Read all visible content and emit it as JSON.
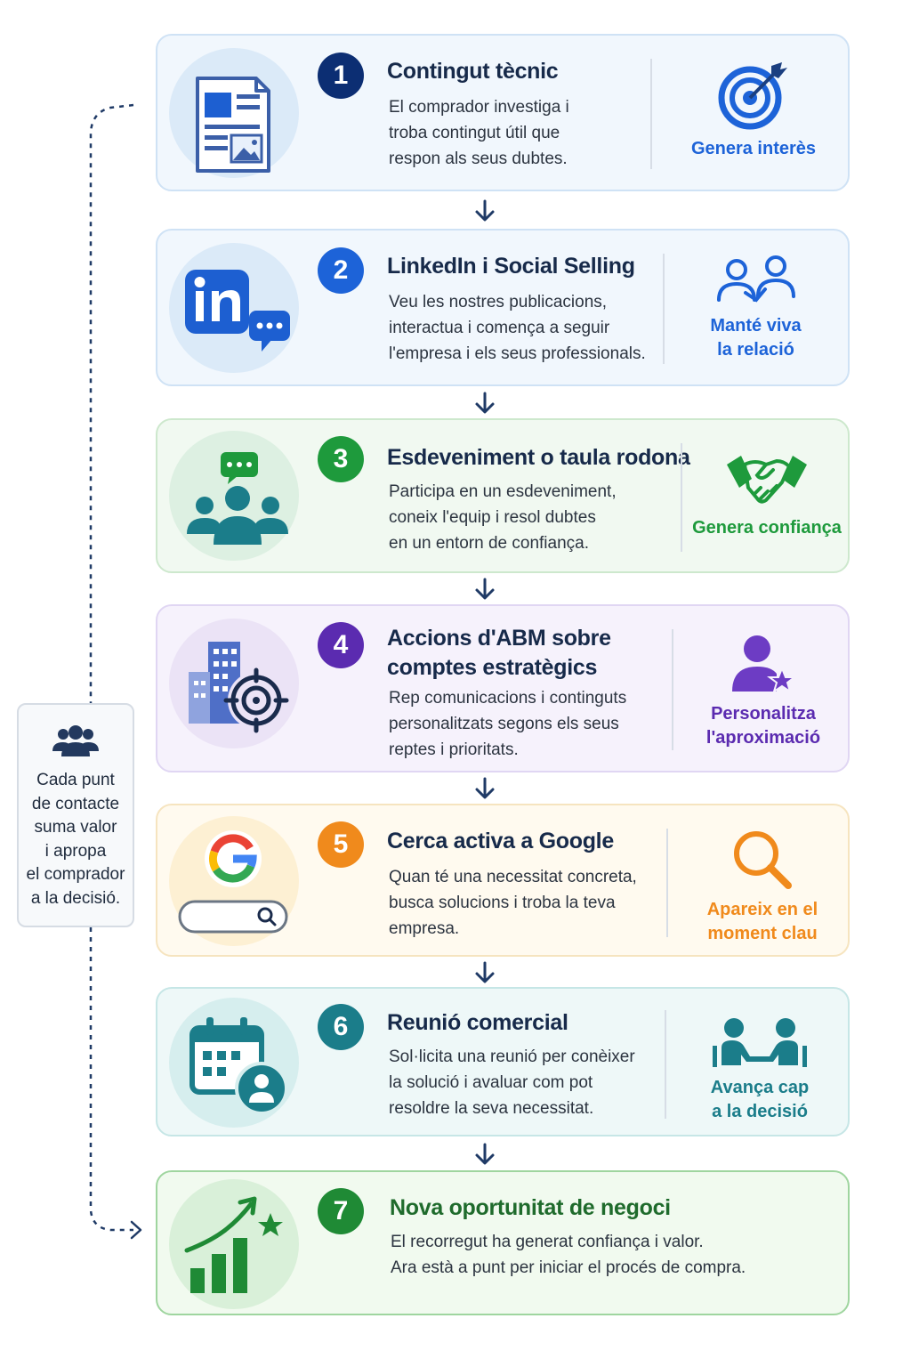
{
  "steps": [
    {
      "number": "1",
      "title": [
        "Contingut tècnic"
      ],
      "description": [
        "El comprador investiga i",
        "troba contingut útil que",
        "respon als seus dubtes."
      ],
      "benefit": [
        "Genera interès"
      ],
      "color": "#0c2e73"
    },
    {
      "number": "2",
      "title": [
        "LinkedIn i Social Selling"
      ],
      "description": [
        "Veu les nostres publicacions,",
        "interactua i comença a seguir",
        "l'empresa i els seus professionals."
      ],
      "benefit": [
        "Manté viva",
        "la relació"
      ],
      "color": "#1d63d8"
    },
    {
      "number": "3",
      "title": [
        "Esdeveniment o taula rodona"
      ],
      "description": [
        "Participa en un esdeveniment,",
        "coneix l'equip i resol dubtes",
        "en un entorn de confiança."
      ],
      "benefit": [
        "Genera confiança"
      ],
      "color": "#1e9a3c"
    },
    {
      "number": "4",
      "title": [
        "Accions d'ABM sobre",
        "comptes estratègics"
      ],
      "description": [
        "Rep comunicacions i continguts",
        "personalitzats segons els seus",
        "reptes i prioritats."
      ],
      "benefit": [
        "Personalitza",
        "l'aproximació"
      ],
      "color": "#5b2bb0"
    },
    {
      "number": "5",
      "title": [
        "Cerca activa a Google"
      ],
      "description": [
        "Quan té una necessitat concreta,",
        "busca solucions i troba la teva",
        "empresa."
      ],
      "benefit": [
        "Apareix en el",
        "moment clau"
      ],
      "color": "#f08a1c"
    },
    {
      "number": "6",
      "title": [
        "Reunió comercial"
      ],
      "description": [
        "Sol·licita una reunió per conèixer",
        "la solució i avaluar com pot",
        "resoldre la seva necessitat."
      ],
      "benefit": [
        "Avança cap",
        "a la decisió"
      ],
      "color": "#1b7d8a"
    },
    {
      "number": "7",
      "title": [
        "Nova oportunitat de negoci"
      ],
      "description": [
        "El recorregut ha generat confiança i valor.",
        "Ara està a punt per iniciar el procés de compra."
      ],
      "benefit": [],
      "color": "#1f8a35"
    }
  ],
  "sidebar": {
    "text": [
      "Cada punt",
      "de contacte",
      "suma valor",
      "i apropa",
      "el comprador",
      "a la decisió."
    ],
    "icon": "users-group-icon"
  },
  "icons": [
    "document-icon",
    "linkedin-chat-icon",
    "audience-chat-icon",
    "building-target-icon",
    "google-search-icon",
    "calendar-person-icon",
    "growth-chart-icon"
  ],
  "benefit_icons": [
    "target-icon",
    "people-link-icon",
    "handshake-icon",
    "user-star-icon",
    "magnifier-icon",
    "meeting-icon"
  ],
  "benefit_colors": [
    "#1d63d8",
    "#1d63d8",
    "#1e9a3c",
    "#5b2bb0",
    "#f08a1c",
    "#1b7d8a"
  ]
}
